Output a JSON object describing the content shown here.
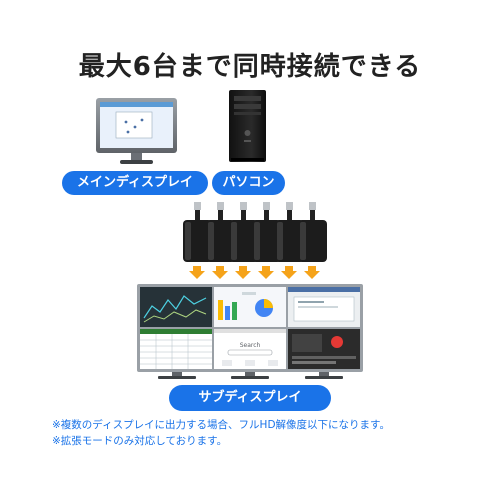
{
  "headline": "最大6台まで同時接続できる",
  "labels": {
    "main_display": "メインディスプレイ",
    "pc": "パソコン",
    "sub_display": "サブディスプレイ"
  },
  "notes": [
    "※複数のディスプレイに出力する場合、フルHD解像度以下になります。",
    "※拡張モードのみ対応しております。"
  ],
  "screen_text": {
    "search": "Search"
  },
  "colors": {
    "accent": "#1a73e8",
    "arrow": "#f5a31a",
    "device": "#1c1c1c"
  }
}
